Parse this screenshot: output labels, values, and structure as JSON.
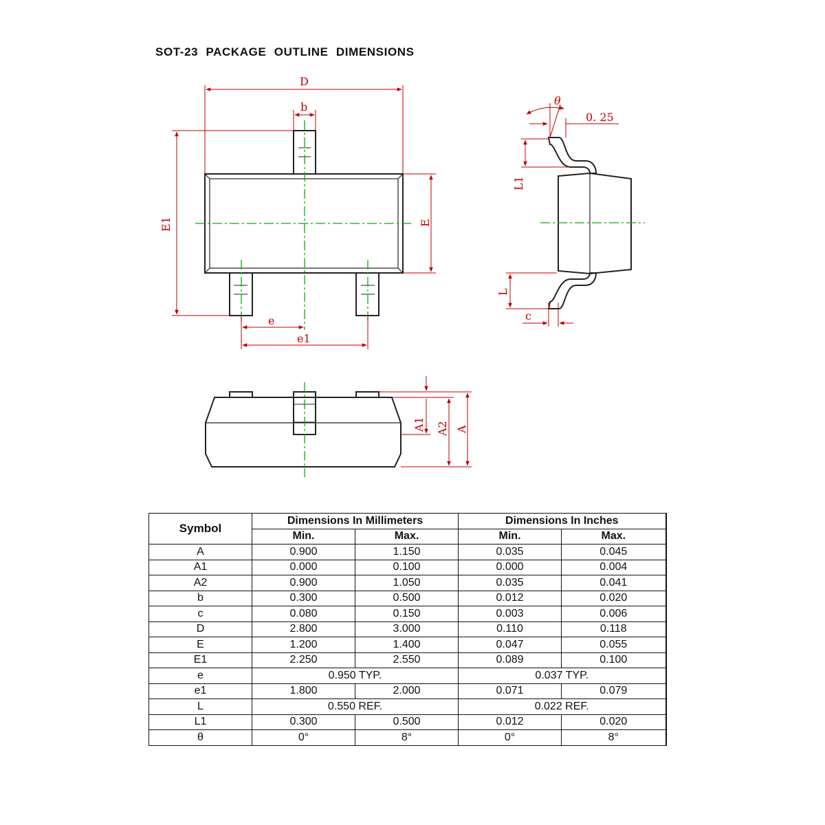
{
  "title": "SOT-23  PACKAGE  OUTLINE  DIMENSIONS",
  "colors": {
    "outline": "#222222",
    "dimension": "#c00000",
    "centerline": "#00b000"
  },
  "diagram_labels": {
    "D": "D",
    "b": "b",
    "E1": "E1",
    "E": "E",
    "e": "e",
    "e1": "e1",
    "theta": "θ",
    "gauge": "0. 25",
    "L1": "L1",
    "L": "L",
    "c": "c",
    "A1": "A1",
    "A2": "A2",
    "A": "A"
  },
  "table": {
    "symbol_header": "Symbol",
    "mm_header": "Dimensions In Millimeters",
    "inch_header": "Dimensions In Inches",
    "min_label": "Min.",
    "max_label": "Max.",
    "rows": [
      {
        "sym": "A",
        "mm": [
          "0.900",
          "1.150"
        ],
        "in": [
          "0.035",
          "0.045"
        ]
      },
      {
        "sym": "A1",
        "mm": [
          "0.000",
          "0.100"
        ],
        "in": [
          "0.000",
          "0.004"
        ]
      },
      {
        "sym": "A2",
        "mm": [
          "0.900",
          "1.050"
        ],
        "in": [
          "0.035",
          "0.041"
        ]
      },
      {
        "sym": "b",
        "mm": [
          "0.300",
          "0.500"
        ],
        "in": [
          "0.012",
          "0.020"
        ]
      },
      {
        "sym": "c",
        "mm": [
          "0.080",
          "0.150"
        ],
        "in": [
          "0.003",
          "0.006"
        ]
      },
      {
        "sym": "D",
        "mm": [
          "2.800",
          "3.000"
        ],
        "in": [
          "0.110",
          "0.118"
        ]
      },
      {
        "sym": "E",
        "mm": [
          "1.200",
          "1.400"
        ],
        "in": [
          "0.047",
          "0.055"
        ]
      },
      {
        "sym": "E1",
        "mm": [
          "2.250",
          "2.550"
        ],
        "in": [
          "0.089",
          "0.100"
        ]
      },
      {
        "sym": "e",
        "mm_span": "0.950 TYP.",
        "in_span": "0.037 TYP."
      },
      {
        "sym": "e1",
        "mm": [
          "1.800",
          "2.000"
        ],
        "in": [
          "0.071",
          "0.079"
        ]
      },
      {
        "sym": "L",
        "mm_span": "0.550 REF.",
        "in_span": "0.022 REF."
      },
      {
        "sym": "L1",
        "mm": [
          "0.300",
          "0.500"
        ],
        "in": [
          "0.012",
          "0.020"
        ]
      },
      {
        "sym": "θ",
        "mm": [
          "0°",
          "8°"
        ],
        "in": [
          "0°",
          "8°"
        ]
      }
    ]
  }
}
